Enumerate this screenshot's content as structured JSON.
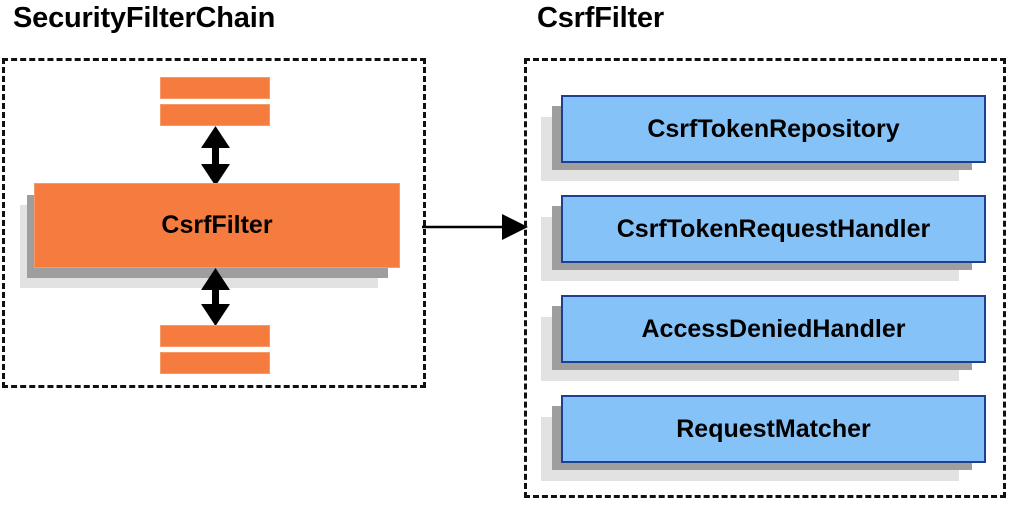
{
  "diagram": {
    "type": "component-relationship-diagram",
    "background_color": "#ffffff",
    "panels": [
      {
        "id": "security-filter-chain",
        "title": "SecurityFilterChain",
        "border_style": "dashed",
        "border_color": "#111111",
        "contents": {
          "top_bars": [
            "",
            ""
          ],
          "main_block": {
            "label": "CsrfFilter",
            "fill_color": "#f57b3e",
            "shadow_colors": [
              "#9e9e9e",
              "#e2e2e2"
            ]
          },
          "bottom_bars": [
            "",
            ""
          ],
          "internal_arrows": [
            {
              "name": "top-double-arrow",
              "direction": "bidirectional",
              "orientation": "vertical"
            },
            {
              "name": "bottom-double-arrow",
              "direction": "bidirectional",
              "orientation": "vertical"
            }
          ]
        }
      },
      {
        "id": "csrf-filter",
        "title": "CsrfFilter",
        "border_style": "dashed",
        "border_color": "#111111",
        "components": [
          {
            "label": "CsrfTokenRepository",
            "fill_color": "#85c2f7",
            "border_color": "#1f3f93"
          },
          {
            "label": "CsrfTokenRequestHandler",
            "fill_color": "#85c2f7",
            "border_color": "#1f3f93"
          },
          {
            "label": "AccessDeniedHandler",
            "fill_color": "#85c2f7",
            "border_color": "#1f3f93"
          },
          {
            "label": "RequestMatcher",
            "fill_color": "#85c2f7",
            "border_color": "#1f3f93"
          }
        ]
      }
    ],
    "connector": {
      "name": "csrf-filter-expansion-arrow",
      "from": "CsrfFilter",
      "to": "CsrfFilter detail panel",
      "direction": "right",
      "color": "#000000"
    }
  }
}
